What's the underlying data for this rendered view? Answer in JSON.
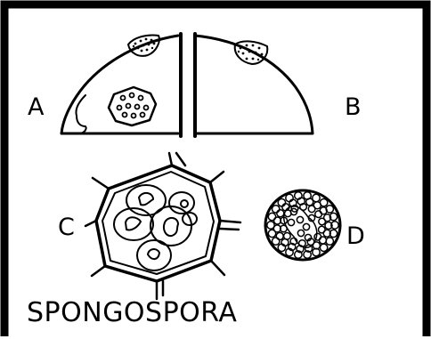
{
  "figure": {
    "panel_labels": [
      "A",
      "B",
      "C",
      "D"
    ],
    "caption": "SPONGOSPORA",
    "colors": {
      "ink": "#000000",
      "paper": "#ffffff"
    }
  }
}
